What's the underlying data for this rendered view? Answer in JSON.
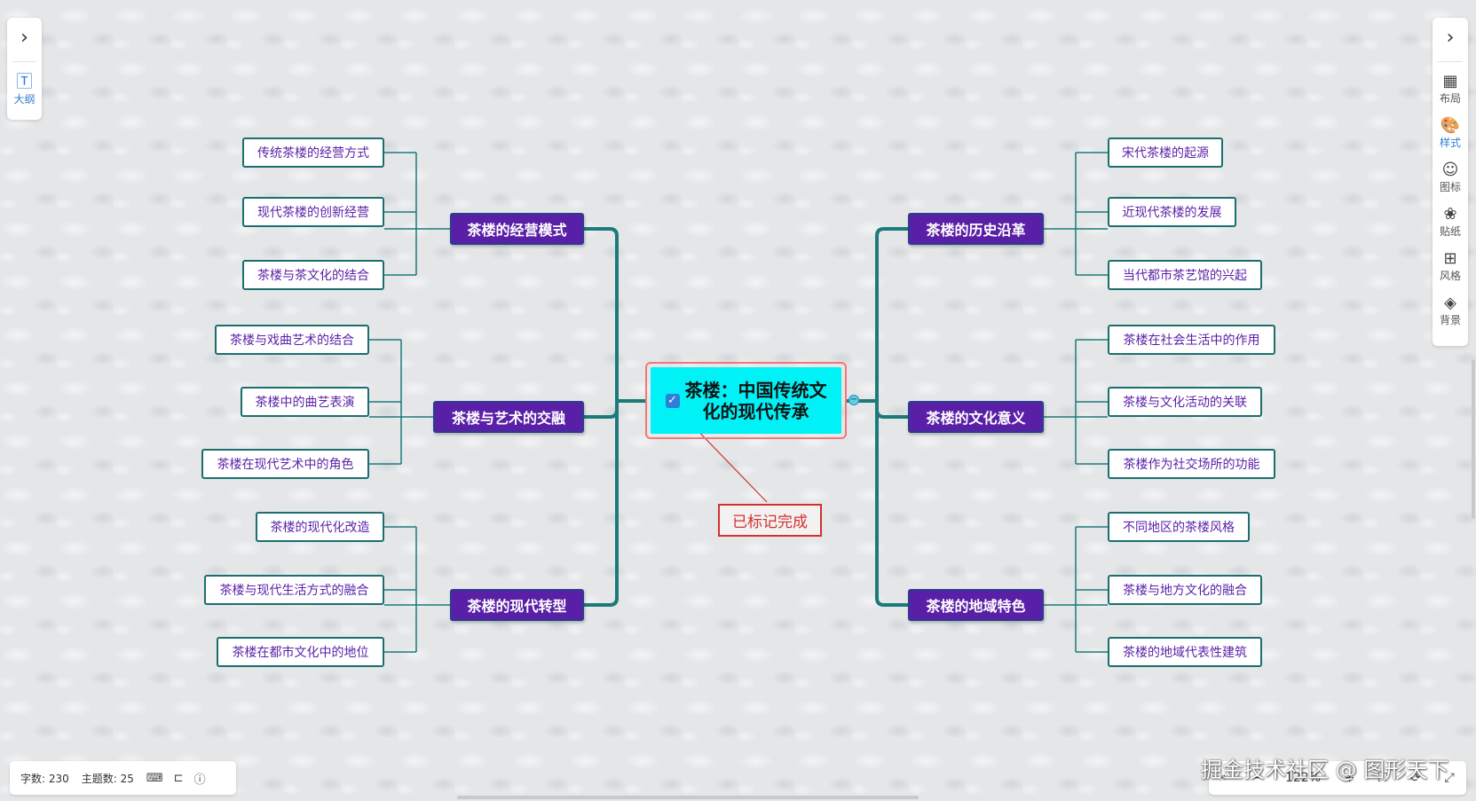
{
  "central": {
    "title": "茶楼：中国传统文化的现代传承",
    "checked": true
  },
  "callout": {
    "text": "已标记完成"
  },
  "left_branches": [
    {
      "title": "茶楼的经营模式",
      "children": [
        "传统茶楼的经营方式",
        "现代茶楼的创新经营",
        "茶楼与茶文化的结合"
      ]
    },
    {
      "title": "茶楼与艺术的交融",
      "children": [
        "茶楼与戏曲艺术的结合",
        "茶楼中的曲艺表演",
        "茶楼在现代艺术中的角色"
      ]
    },
    {
      "title": "茶楼的现代转型",
      "children": [
        "茶楼的现代化改造",
        "茶楼与现代生活方式的融合",
        "茶楼在都市文化中的地位"
      ]
    }
  ],
  "right_branches": [
    {
      "title": "茶楼的历史沿革",
      "children": [
        "宋代茶楼的起源",
        "近现代茶楼的发展",
        "当代都市茶艺馆的兴起"
      ]
    },
    {
      "title": "茶楼的文化意义",
      "children": [
        "茶楼在社会生活中的作用",
        "茶楼与文化活动的关联",
        "茶楼作为社交场所的功能"
      ]
    },
    {
      "title": "茶楼的地域特色",
      "children": [
        "不同地区的茶楼风格",
        "茶楼与地方文化的融合",
        "茶楼的地域代表性建筑"
      ]
    }
  ],
  "left_panel": {
    "toggle_icon": "chevron-right-icon",
    "outline_label": "大纲"
  },
  "right_panel": {
    "toggle_icon": "chevron-right-icon",
    "tools": [
      {
        "name": "layout",
        "label": "布局",
        "icon": "layout-icon",
        "active": false
      },
      {
        "name": "style",
        "label": "样式",
        "icon": "palette-icon",
        "active": true
      },
      {
        "name": "icon",
        "label": "图标",
        "icon": "smiley-icon",
        "active": false
      },
      {
        "name": "sticker",
        "label": "贴纸",
        "icon": "flower-icon",
        "active": false
      },
      {
        "name": "theme",
        "label": "风格",
        "icon": "grid-icon",
        "active": false
      },
      {
        "name": "background",
        "label": "背景",
        "icon": "layers-icon",
        "active": false
      }
    ]
  },
  "status": {
    "word_count": "字数: 230",
    "topic_count": "主题数: 25"
  },
  "zoom": {
    "level": "122%"
  },
  "watermark": "掘金技术社区 @ 图形天下",
  "colors": {
    "topic_bg": "#5a1fa7",
    "central_bg": "#00f2f6",
    "branch_line": "#1c7a7a",
    "callout": "#d43030"
  }
}
